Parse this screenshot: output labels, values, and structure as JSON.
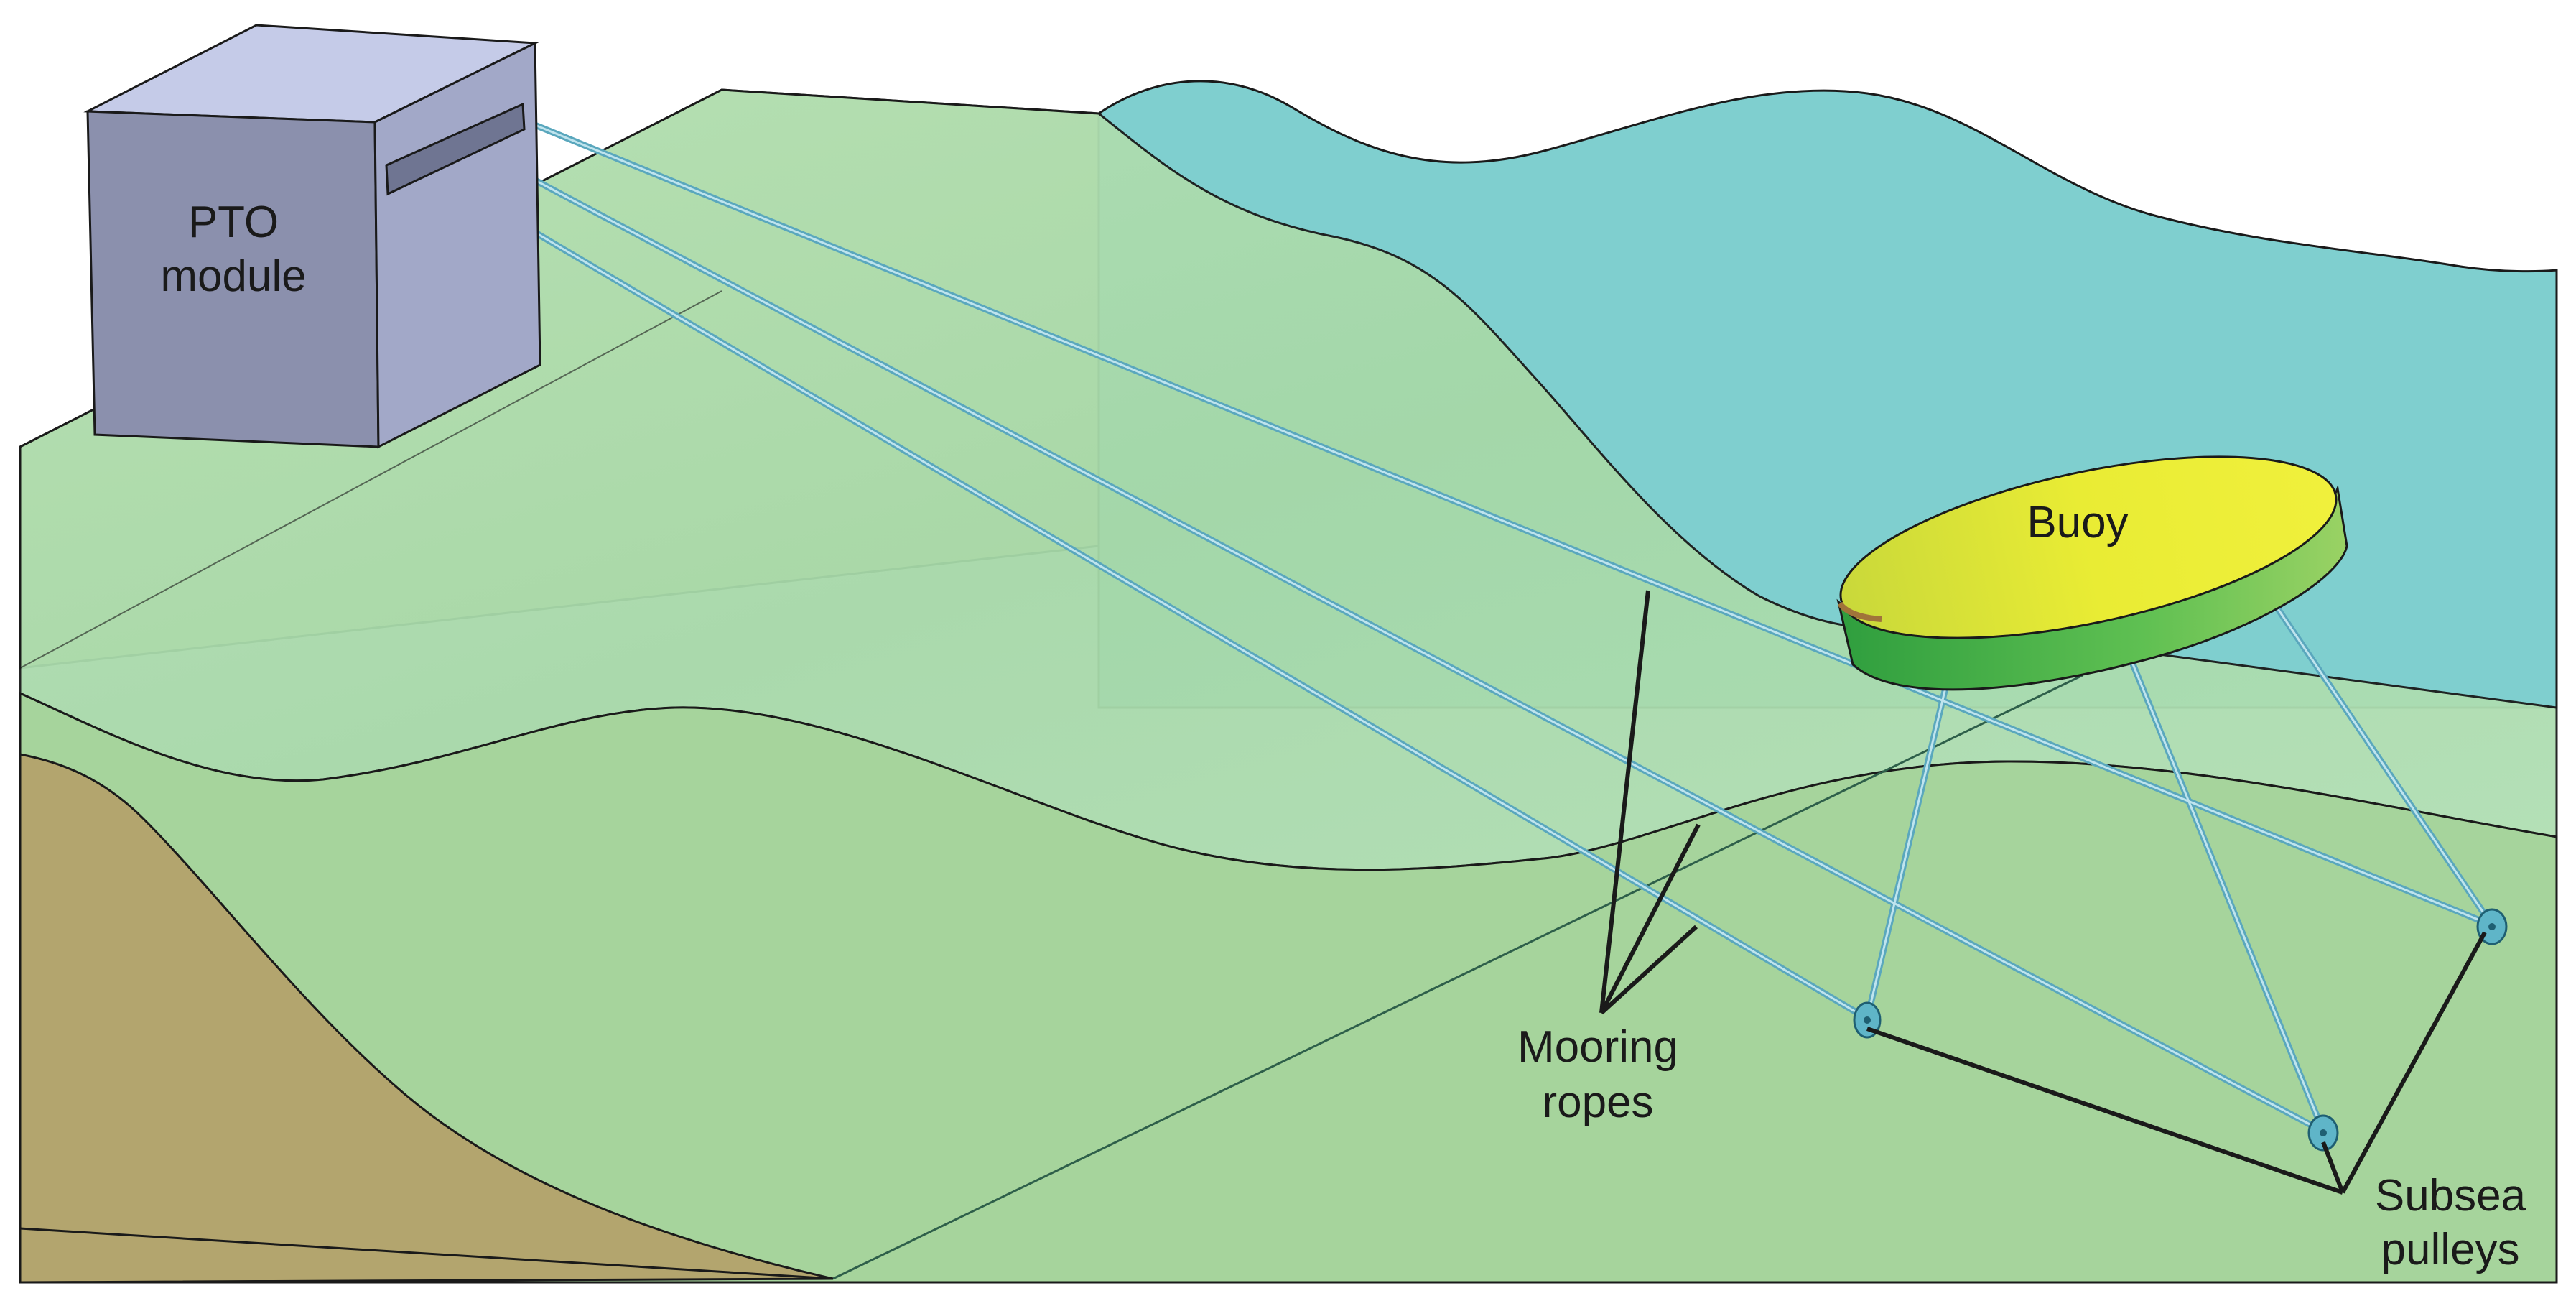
{
  "labels": {
    "pto_line1": "PTO",
    "pto_line2": "module",
    "buoy": "Buoy",
    "mooring_line1": "Mooring",
    "mooring_line2": "ropes",
    "pulleys_line1": "Subsea",
    "pulleys_line2": "pulleys"
  },
  "colors": {
    "sand": "#f5e89a",
    "sea_surface": "#7fcfcf",
    "water_column": "#a8dcae",
    "seabed": "#a6d49c",
    "cliff": "#b3a56e",
    "pto_front": "#8b90ad",
    "pto_side": "#a2a8c8",
    "pto_top": "#c5cbe8",
    "buoy_top": "#e8ea3a",
    "buoy_side": "#45b04a",
    "rope": "#7fc4d6",
    "pulley": "#5fb5c8",
    "outline": "#1a1a1a"
  },
  "icons": [
    "pto-module-box",
    "buoy-disc",
    "subsea-pulley"
  ]
}
